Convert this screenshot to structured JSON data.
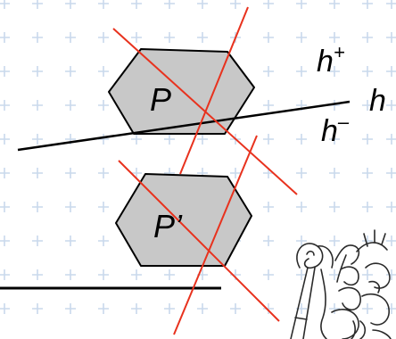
{
  "labels": {
    "polygon_top": "P",
    "polygon_bottom": "P’",
    "halfspace_pos_base": "h",
    "halfspace_pos_sup": "+",
    "plane": "h",
    "halfspace_neg_base": "h",
    "halfspace_neg_sup": "–"
  },
  "colors": {
    "background": "#ffffff",
    "grid_cross": "#c9d9ec",
    "polygon_fill": "#c8c8c8",
    "polygon_stroke": "#000000",
    "cut_lines": "#e8321e",
    "plane_line": "#000000",
    "baseline": "#000000"
  },
  "icons": {
    "emblem": "university-lion-emblem-icon"
  }
}
